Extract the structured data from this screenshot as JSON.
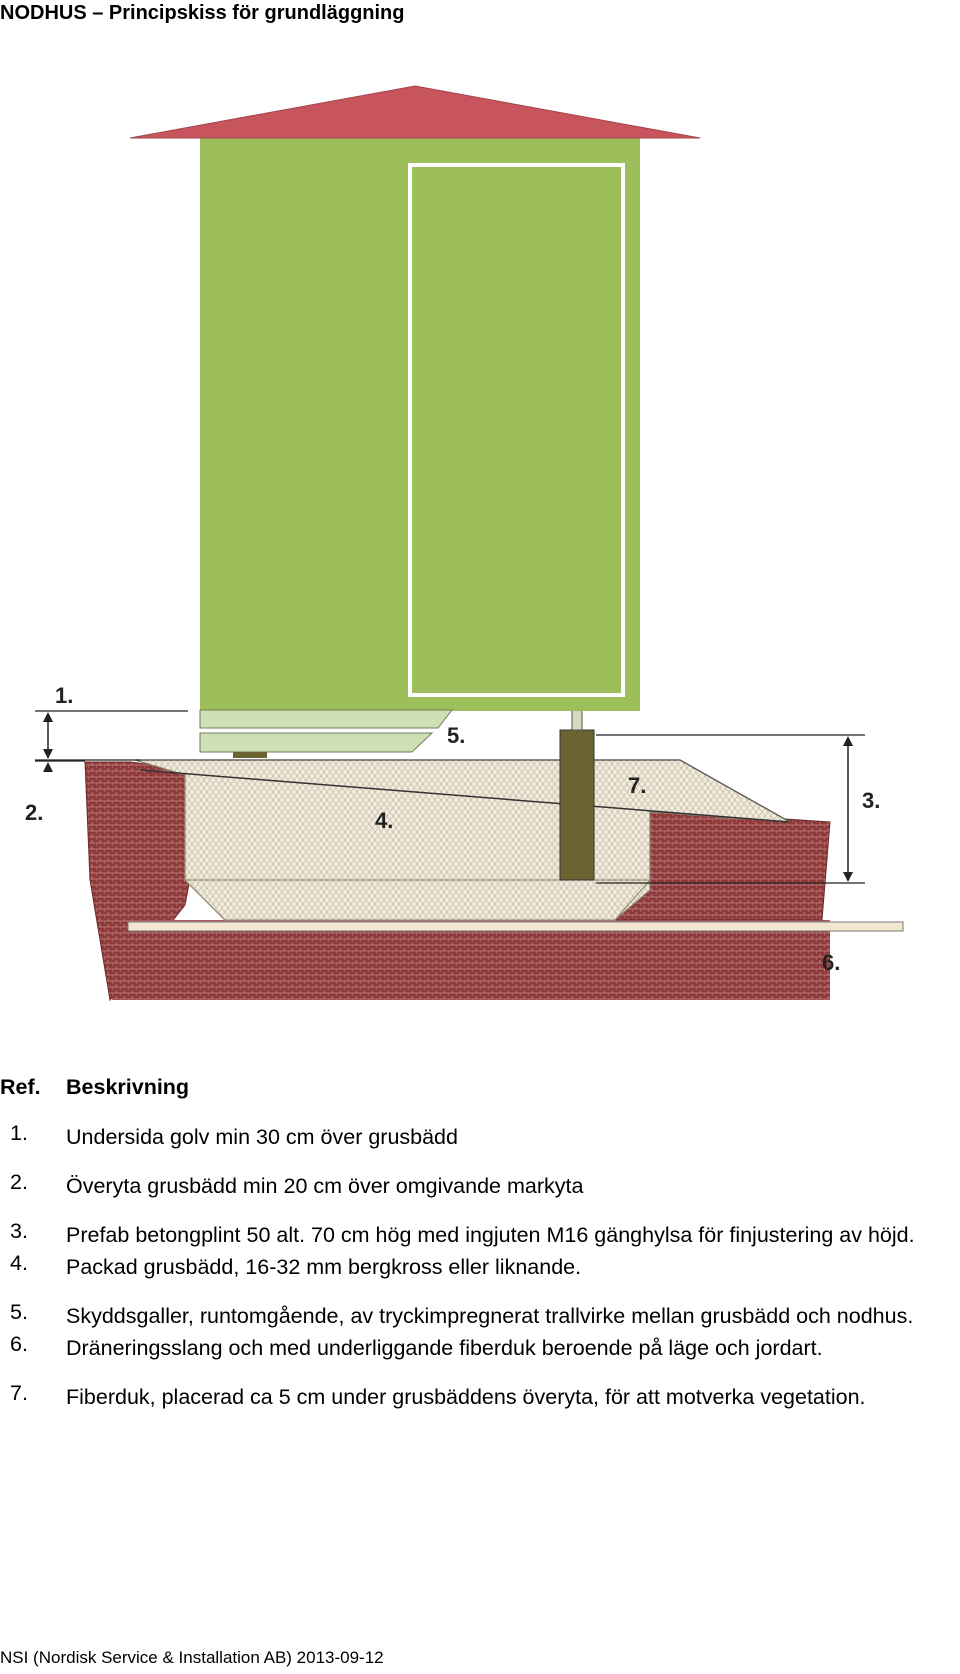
{
  "title": "NODHUS – Principskiss för grundläggning",
  "diagram": {
    "labels": [
      "1.",
      "2.",
      "3.",
      "4.",
      "5.",
      "6.",
      "7."
    ],
    "colors": {
      "roof": "#c8555d",
      "wall": "#9cbf5c",
      "door_outline": "#ffffff",
      "soil": "#8e3a3a",
      "gravel": "#f2ecdf",
      "post": "#6b6432",
      "pipe": "#f3e7d2",
      "fence": "#cfe0b4"
    }
  },
  "legend": {
    "header_ref": "Ref.",
    "header_desc": "Beskrivning",
    "items": [
      {
        "num": "1.",
        "text": "Undersida golv min 30 cm över grusbädd"
      },
      {
        "num": "2.",
        "text": "Överyta grusbädd min 20 cm över omgivande markyta"
      },
      {
        "num": "3.",
        "text": "Prefab betongplint 50 alt. 70 cm hög med ingjuten M16 gänghylsa för finjustering av höjd."
      },
      {
        "num": "4.",
        "text": "Packad grusbädd, 16-32 mm bergkross eller liknande."
      },
      {
        "num": "5.",
        "text": "Skyddsgaller, runtomgående, av tryckimpregnerat trallvirke mellan grusbädd och nodhus."
      },
      {
        "num": "6.",
        "text": "Dräneringsslang och med underliggande fiberduk beroende på läge och jordart."
      },
      {
        "num": "7.",
        "text": "Fiberduk, placerad ca 5 cm under grusbäddens överyta, för att motverka vegetation."
      }
    ]
  },
  "footer": "NSI (Nordisk Service & Installation AB) 2013-09-12"
}
